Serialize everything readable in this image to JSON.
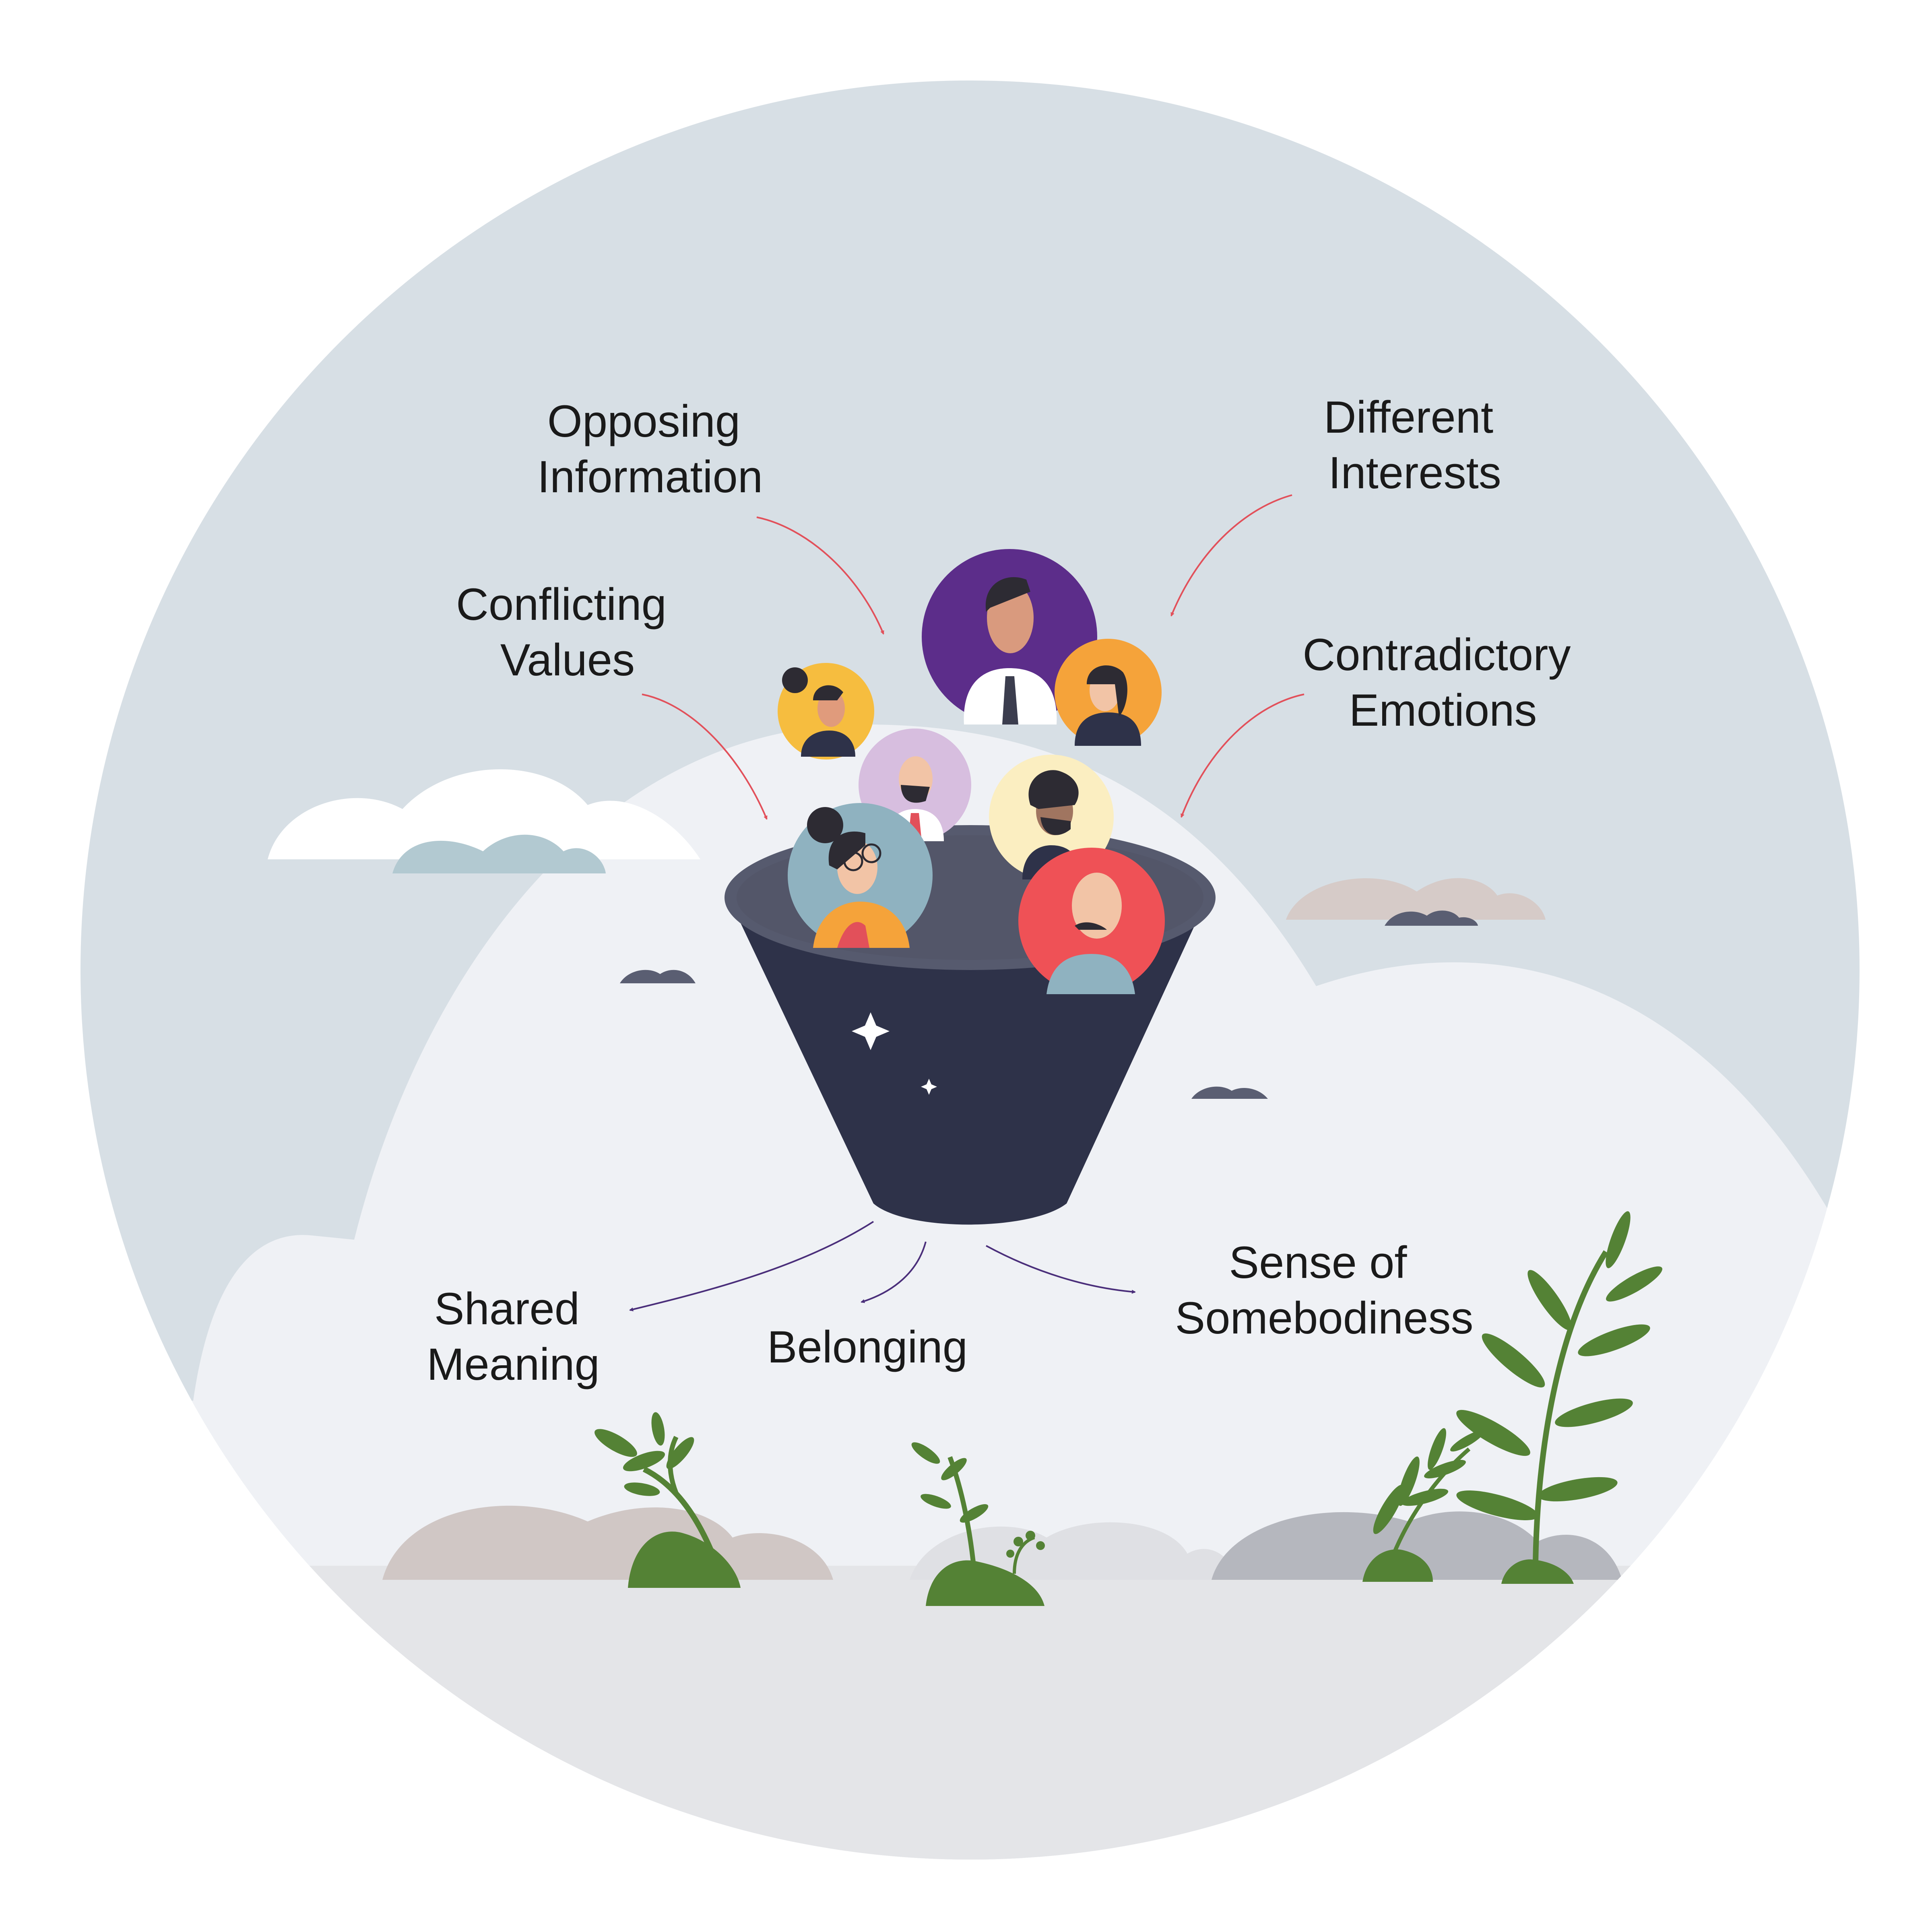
{
  "inputs": [
    {
      "line1": "Opposing",
      "line2": "Information"
    },
    {
      "line1": "Different",
      "line2": "Interests"
    },
    {
      "line1": "Conflicting",
      "line2": "Values"
    },
    {
      "line1": "Contradictory",
      "line2": "Emotions"
    }
  ],
  "outputs": [
    {
      "line1": "Shared",
      "line2": "Meaning"
    },
    {
      "line1": "Belonging"
    },
    {
      "line1": "Sense of",
      "line2": "Somebodiness"
    }
  ],
  "colors": {
    "sky": "#d7dfe5",
    "mountain": "#eff1f5",
    "ground": "#e4e5e8",
    "funnel_dark": "#2e3249",
    "funnel_rim": "#565a6e",
    "input_arrow": "#e2505a",
    "output_arrow": "#4a2e7a",
    "plant": "#548235",
    "avatar_purple": "#5c2d8a",
    "avatar_orange": "#f5a33a",
    "avatar_yellow": "#f6bd3f",
    "avatar_lilac": "#d7bedf",
    "avatar_cream": "#fbeec1",
    "avatar_blue": "#8fb2c0",
    "avatar_red": "#ef5156"
  }
}
